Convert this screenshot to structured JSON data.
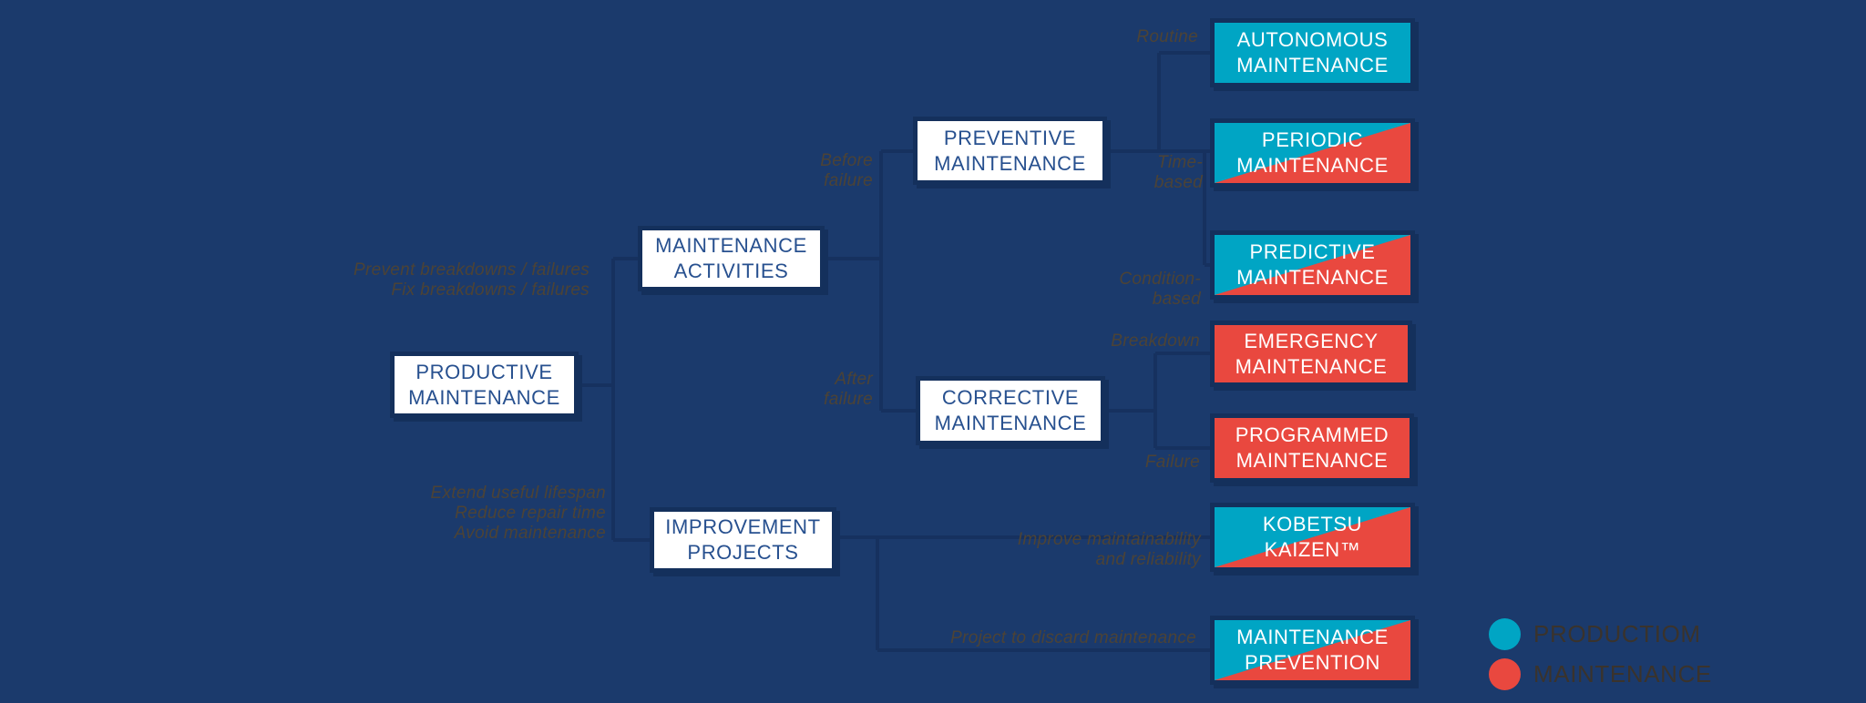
{
  "title": "Productive maintenance activities diagram",
  "colors": {
    "background": "#1b3a6c",
    "connector": "#16315f",
    "node_border": "#14305c",
    "teal": "#00a5c4",
    "red": "#e9483f",
    "white_node_text": "#27508f",
    "edge_label_text": "#4c4336",
    "legend_text": "#3a332c"
  },
  "nodes": {
    "productive": {
      "line1": "PRODUCTIVE",
      "line2": "MAINTENANCE",
      "variant": "white"
    },
    "activities": {
      "line1": "MAINTENANCE",
      "line2": "ACTIVITIES",
      "variant": "white"
    },
    "improvement": {
      "line1": "IMPROVEMENT",
      "line2": "PROJECTS",
      "variant": "white"
    },
    "preventive": {
      "line1": "PREVENTIVE",
      "line2": "MAINTENANCE",
      "variant": "white"
    },
    "corrective": {
      "line1": "CORRECTIVE",
      "line2": "MAINTENANCE",
      "variant": "white"
    },
    "autonomous": {
      "line1": "AUTONOMOUS",
      "line2": "MAINTENANCE",
      "variant": "teal"
    },
    "periodic": {
      "line1": "PERIODIC",
      "line2": "MAINTENANCE",
      "variant": "split"
    },
    "predictive": {
      "line1": "PREDICTIVE",
      "line2": "MAINTENANCE",
      "variant": "split"
    },
    "emergency": {
      "line1": "EMERGENCY",
      "line2": "MAINTENANCE",
      "variant": "red"
    },
    "programmed": {
      "line1": "PROGRAMMED",
      "line2": "MAINTENANCE",
      "variant": "red"
    },
    "kobetsu": {
      "line1": "KOBETSU",
      "line2": "KAIZEN™",
      "variant": "split"
    },
    "prevention": {
      "line1": "MAINTENANCE",
      "line2": "PREVENTION",
      "variant": "split"
    }
  },
  "edge_labels": {
    "prevent_fix": {
      "line1": "Prevent breakdowns / failures",
      "line2": "Fix breakdowns / failures"
    },
    "extend": {
      "line1": "Extend useful lifespan",
      "line2": "Reduce repair time",
      "line3": "Avoid maintenance"
    },
    "before_failure": {
      "line1": "Before",
      "line2": "failure"
    },
    "after_failure": {
      "line1": "After",
      "line2": "failure"
    },
    "routine": {
      "line1": "Routine"
    },
    "time_based": {
      "line1": "Time-",
      "line2": "based"
    },
    "condition_based": {
      "line1": "Condition-",
      "line2": "based"
    },
    "breakdown": {
      "line1": "Breakdown"
    },
    "failure": {
      "line1": "Failure"
    },
    "improve": {
      "line1": "Improve maintainability",
      "line2": "and reliability"
    },
    "discard": {
      "line1": "Project to discard maintenance"
    }
  },
  "legend": {
    "production": {
      "label": "PRODUCTIOM",
      "color": "#00a5c4"
    },
    "maintenance": {
      "label": "MAINTENANCE",
      "color": "#e9483f"
    }
  }
}
